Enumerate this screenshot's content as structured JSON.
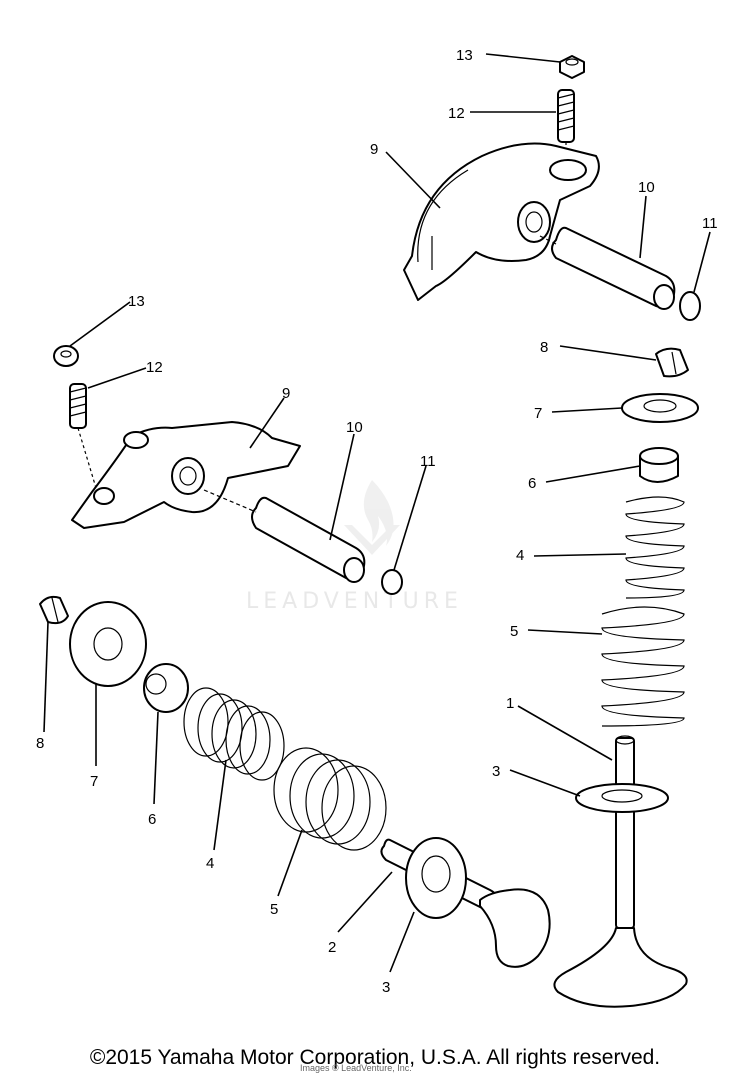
{
  "diagram": {
    "watermark": "LEADVENTURE",
    "copyright": "©2015 Yamaha Motor Corporation, U.S.A. All rights reserved.",
    "credit": "Images © LeadVenture, Inc.",
    "callouts": {
      "upper": [
        "13",
        "12",
        "9",
        "10",
        "11"
      ],
      "left": [
        "13",
        "12",
        "9",
        "10",
        "11"
      ],
      "right_column": [
        "8",
        "7",
        "6",
        "4",
        "5",
        "1",
        "3"
      ],
      "bottom_left": [
        "8",
        "7",
        "6",
        "4",
        "5",
        "2",
        "3"
      ]
    }
  }
}
